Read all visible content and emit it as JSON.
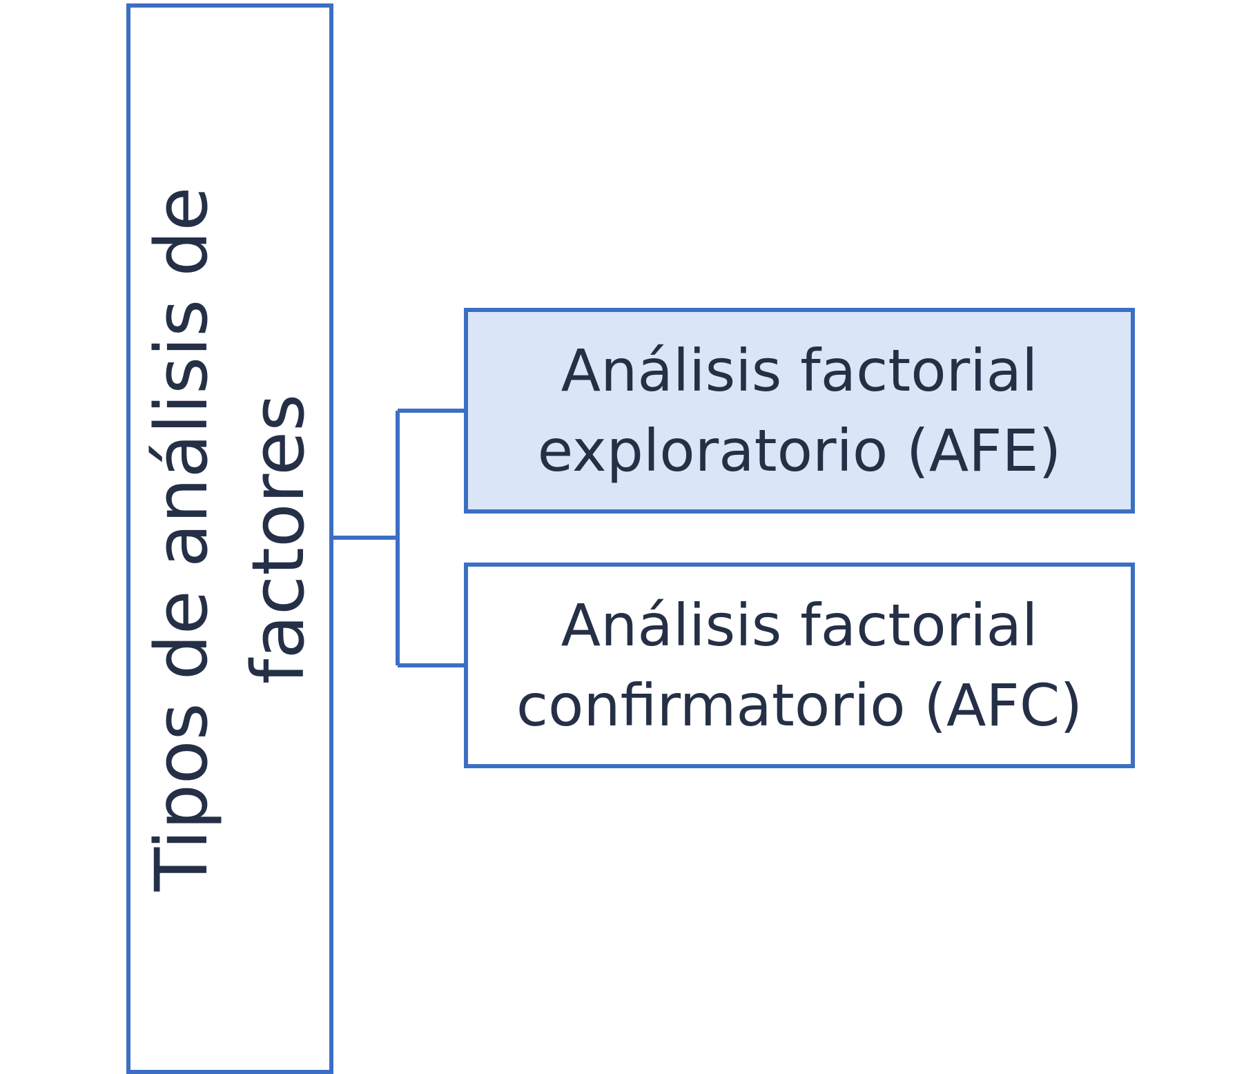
{
  "root": {
    "label": "Tipos de análisis de factores"
  },
  "children": [
    {
      "label": "Análisis factorial\nexploratorio (AFE)"
    },
    {
      "label": "Análisis factorial\nconfirmatorio (AFC)"
    }
  ],
  "colors": {
    "border": "#3c6ec4",
    "highlight_fill": "#dae6f7",
    "text": "#253047"
  }
}
